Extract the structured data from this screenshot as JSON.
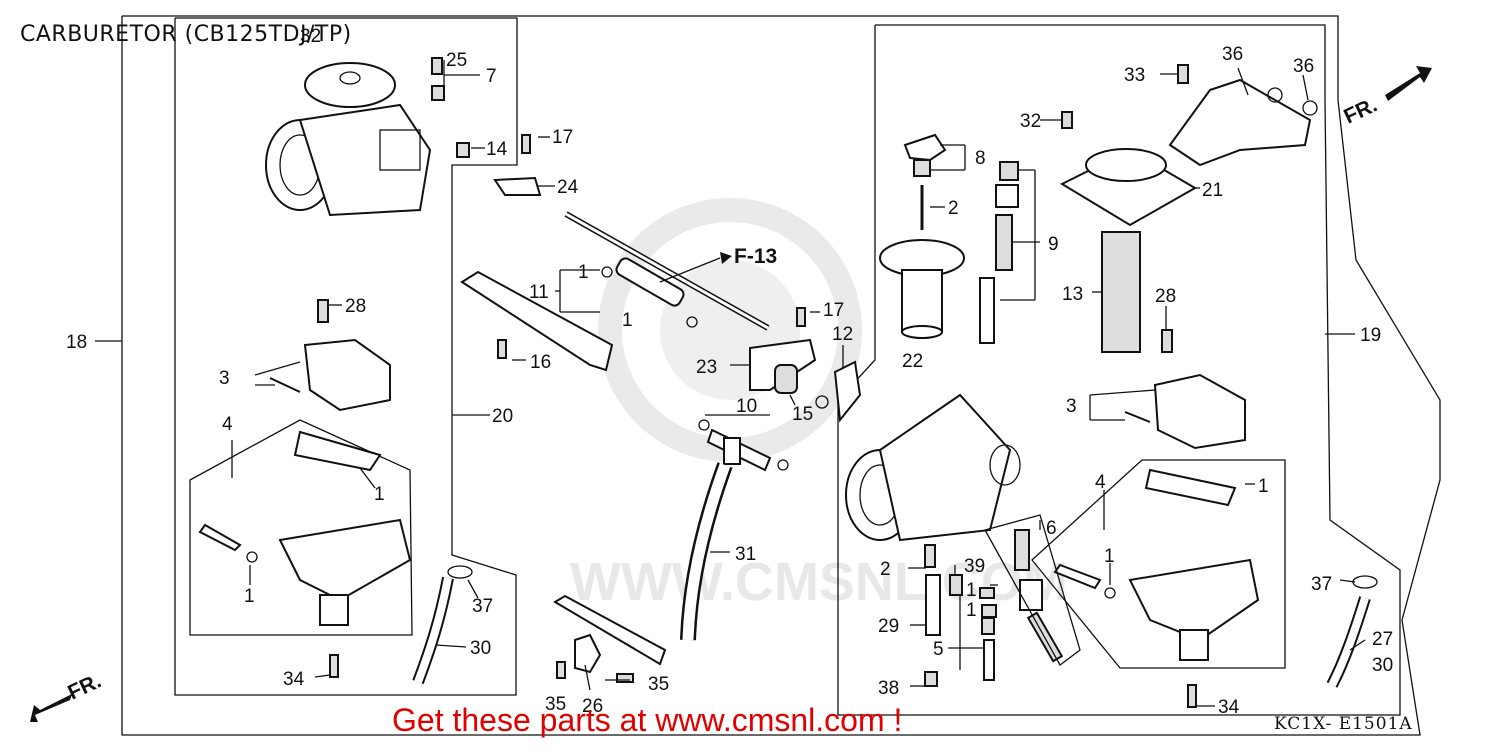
{
  "title": "CARBURETOR (CB125TDJ/TP)",
  "footer": "Get these parts at www.cmsnl.com !",
  "drawing_code": "KC1X- E1501A",
  "watermark": "WWW.CMSNL.COM",
  "direction_label": "FR.",
  "reference": "F-13",
  "callouts": {
    "c1a": "1",
    "c1b": "1",
    "c1c": "1",
    "c1d": "1",
    "c1e": "1",
    "c1f": "1",
    "c1g": "1",
    "c1h": "1",
    "c2a": "2",
    "c2b": "2",
    "c3a": "3",
    "c3b": "3",
    "c4a": "4",
    "c4b": "4",
    "c5": "5",
    "c6": "6",
    "c7": "7",
    "c8": "8",
    "c9": "9",
    "c10": "10",
    "c11": "11",
    "c12": "12",
    "c13": "13",
    "c14": "14",
    "c15": "15",
    "c16": "16",
    "c17a": "17",
    "c17b": "17",
    "c18": "18",
    "c19": "19",
    "c20": "20",
    "c21": "21",
    "c22": "22",
    "c23": "23",
    "c24": "24",
    "c25": "25",
    "c26": "26",
    "c27": "27",
    "c28a": "28",
    "c28b": "28",
    "c29": "29",
    "c30a": "30",
    "c30b": "30",
    "c31": "31",
    "c32a": "32",
    "c32b": "32",
    "c33": "33",
    "c34a": "34",
    "c34b": "34",
    "c35a": "35",
    "c35b": "35",
    "c36a": "36",
    "c36b": "36",
    "c37a": "37",
    "c37b": "37",
    "c38": "38",
    "c39": "39"
  }
}
